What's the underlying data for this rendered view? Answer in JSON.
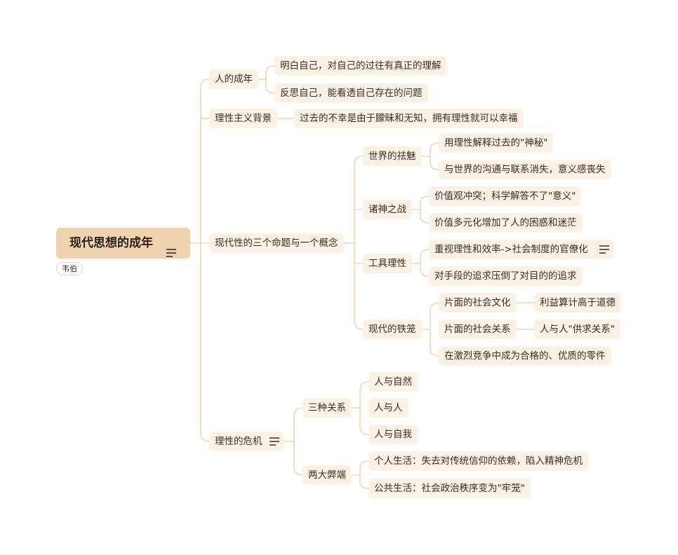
{
  "root": {
    "title": "现代思想的成年",
    "tag": "韦伯"
  },
  "nodes": {
    "n1": "人的成年",
    "n1a": "明白自己，对自己的过往有真正的理解",
    "n1b": "反思自己，能看透自己存在的问题",
    "n2": "理性主义背景",
    "n2a": "过去的不幸是由于朦昧和无知，拥有理性就可以幸福",
    "n3": "现代性的三个命题与一个概念",
    "n3a": "世界的祛魅",
    "n3a1": "用理性解释过去的\"神秘\"",
    "n3a2": "与世界的沟通与联系消失，意义感丧失",
    "n3b": "诸神之战",
    "n3b1": "价值观冲突；科学解答不了\"意义\"",
    "n3b2": "价值多元化增加了人的困惑和迷茫",
    "n3c": "工具理性",
    "n3c1": "重视理性和效率->社会制度的官僚化",
    "n3c2": "对手段的追求压倒了对目的的追求",
    "n3d": "现代的铁笼",
    "n3d1": "片面的社会文化",
    "n3d1a": "利益算计高于道德",
    "n3d2": "片面的社会关系",
    "n3d2a": "人与人\"供求关系\"",
    "n3d3": "在激烈竞争中成为合格的、优质的零件",
    "n4": "理性的危机",
    "n4a": "三种关系",
    "n4a1": "人与自然",
    "n4a2": "人与人",
    "n4a3": "人与自我",
    "n4b": "两大弊端",
    "n4b1": "个人生活：失去对传统信仰的依赖，陷入精神危机",
    "n4b2": "公共生活：社会政治秩序变为\"牢笼\""
  },
  "colors": {
    "root_fill": "#f1d2ae",
    "node_fill": "#fbf1e5",
    "line": "#ecd6b9",
    "text": "#3a2e24"
  },
  "icons": {
    "note": "note-lines-icon"
  }
}
